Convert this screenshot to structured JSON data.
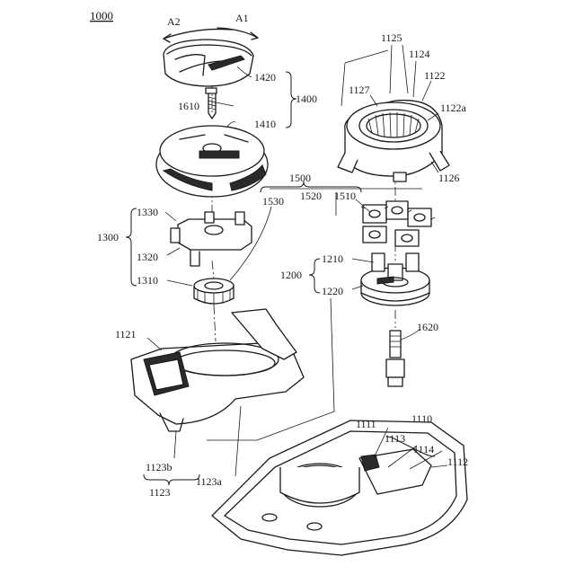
{
  "figure_number": "1000",
  "direction_labels": {
    "a2": "A2",
    "a1": "A1"
  },
  "labels": {
    "r1420": "1420",
    "r1400": "1400",
    "r1610": "1610",
    "r1410": "1410",
    "r1125": "1125",
    "r1124": "1124",
    "r1122": "1122",
    "r1127": "1127",
    "r1122a": "1122a",
    "r1126": "1126",
    "r1500": "1500",
    "r1530": "1530",
    "r1520": "1520",
    "r1510": "1510",
    "r1330": "1330",
    "r1300": "1300",
    "r1320": "1320",
    "r1310": "1310",
    "r1210": "1210",
    "r1200": "1200",
    "r1220": "1220",
    "r1121": "1121",
    "r1620": "1620",
    "r1110": "1110",
    "r1111": "1111",
    "r1113": "1113",
    "r1114": "1114",
    "r1112": "1112",
    "r1123b": "1123b",
    "r1123a": "1123a",
    "r1123": "1123"
  }
}
